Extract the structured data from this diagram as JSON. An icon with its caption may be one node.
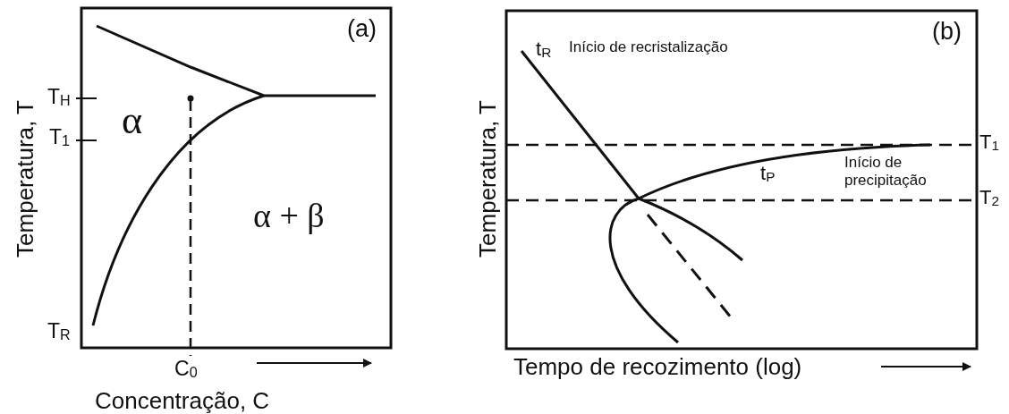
{
  "diagram": {
    "labels": [
      "(a)",
      "T$_{H}$",
      "α",
      "T$_{1}$",
      "α + β",
      "T$_{R}$",
      "C$_{0}$",
      "Temperatura, T",
      "Concentração, C",
      "(b)",
      "t$_{R}$",
      "Início de recristalização",
      "T$_{1}$",
      "t$_{P}$",
      "Início de precipitação",
      "T$_{2}$",
      "Temperatura, T",
      "Tempo de recozimento (log)"
    ]
  }
}
